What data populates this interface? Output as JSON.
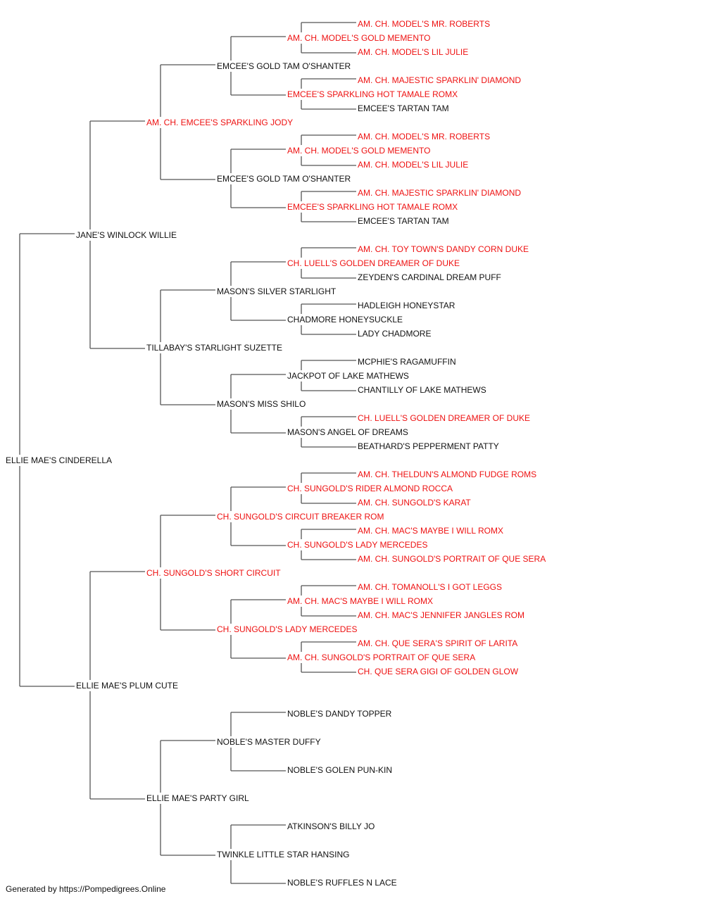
{
  "colors": {
    "champion": "#ee1111",
    "normal": "#111111",
    "connector": "#555555"
  },
  "pedigree": {
    "name": "ELLIE MAE'S CINDERELLA",
    "champion": false,
    "sire": {
      "name": "JANE'S WINLOCK WILLIE",
      "champion": false,
      "sire": {
        "name": "AM. CH. EMCEE'S SPARKLING JODY",
        "champion": true,
        "sire": {
          "name": "EMCEE'S GOLD TAM O'SHANTER",
          "champion": false,
          "sire": {
            "name": "AM. CH. MODEL'S GOLD MEMENTO",
            "champion": true,
            "sire": {
              "name": "AM. CH. MODEL'S MR. ROBERTS",
              "champion": true
            },
            "dam": {
              "name": "AM. CH. MODEL'S LIL JULIE",
              "champion": true
            }
          },
          "dam": {
            "name": "EMCEE'S SPARKLING HOT TAMALE ROMX",
            "champion": true,
            "sire": {
              "name": "AM. CH. MAJESTIC SPARKLIN' DIAMOND",
              "champion": true
            },
            "dam": {
              "name": "EMCEE'S TARTAN TAM",
              "champion": false
            }
          }
        },
        "dam": {
          "name": "EMCEE'S GOLD TAM O'SHANTER",
          "champion": false,
          "sire": {
            "name": "AM. CH. MODEL'S GOLD MEMENTO",
            "champion": true,
            "sire": {
              "name": "AM. CH. MODEL'S MR. ROBERTS",
              "champion": true
            },
            "dam": {
              "name": "AM. CH. MODEL'S LIL JULIE",
              "champion": true
            }
          },
          "dam": {
            "name": "EMCEE'S SPARKLING HOT TAMALE ROMX",
            "champion": true,
            "sire": {
              "name": "AM. CH. MAJESTIC SPARKLIN' DIAMOND",
              "champion": true
            },
            "dam": {
              "name": "EMCEE'S TARTAN TAM",
              "champion": false
            }
          }
        }
      },
      "dam": {
        "name": "TILLABAY'S STARLIGHT SUZETTE",
        "champion": false,
        "sire": {
          "name": "MASON'S SILVER STARLIGHT",
          "champion": false,
          "sire": {
            "name": "CH. LUELL'S GOLDEN DREAMER OF DUKE",
            "champion": true,
            "sire": {
              "name": "AM. CH. TOY TOWN'S DANDY CORN DUKE",
              "champion": true
            },
            "dam": {
              "name": "ZEYDEN'S CARDINAL DREAM PUFF",
              "champion": false
            }
          },
          "dam": {
            "name": "CHADMORE HONEYSUCKLE",
            "champion": false,
            "sire": {
              "name": "HADLEIGH HONEYSTAR",
              "champion": false
            },
            "dam": {
              "name": "LADY CHADMORE",
              "champion": false
            }
          }
        },
        "dam": {
          "name": "MASON'S MISS SHILO",
          "champion": false,
          "sire": {
            "name": "JACKPOT OF LAKE MATHEWS",
            "champion": false,
            "sire": {
              "name": "MCPHIE'S RAGAMUFFIN",
              "champion": false
            },
            "dam": {
              "name": "CHANTILLY OF LAKE MATHEWS",
              "champion": false
            }
          },
          "dam": {
            "name": "MASON'S ANGEL OF DREAMS",
            "champion": false,
            "sire": {
              "name": "CH. LUELL'S GOLDEN DREAMER OF DUKE",
              "champion": true
            },
            "dam": {
              "name": "BEATHARD'S PEPPERMENT PATTY",
              "champion": false
            }
          }
        }
      }
    },
    "dam": {
      "name": "ELLIE MAE'S PLUM CUTE",
      "champion": false,
      "sire": {
        "name": "CH. SUNGOLD'S SHORT CIRCUIT",
        "champion": true,
        "sire": {
          "name": "CH. SUNGOLD'S CIRCUIT BREAKER ROM",
          "champion": true,
          "sire": {
            "name": "CH. SUNGOLD'S RIDER ALMOND ROCCA",
            "champion": true,
            "sire": {
              "name": "AM. CH. THELDUN'S ALMOND FUDGE ROMS",
              "champion": true
            },
            "dam": {
              "name": "AM. CH. SUNGOLD'S KARAT",
              "champion": true
            }
          },
          "dam": {
            "name": "CH. SUNGOLD'S LADY MERCEDES",
            "champion": true,
            "sire": {
              "name": "AM. CH. MAC'S MAYBE I WILL ROMX",
              "champion": true
            },
            "dam": {
              "name": "AM. CH. SUNGOLD'S PORTRAIT OF QUE SERA",
              "champion": true
            }
          }
        },
        "dam": {
          "name": "CH. SUNGOLD'S LADY MERCEDES",
          "champion": true,
          "sire": {
            "name": "AM. CH. MAC'S MAYBE I WILL ROMX",
            "champion": true,
            "sire": {
              "name": "AM. CH. TOMANOLL'S I GOT LEGGS",
              "champion": true
            },
            "dam": {
              "name": "AM. CH. MAC'S JENNIFER JANGLES ROM",
              "champion": true
            }
          },
          "dam": {
            "name": "AM. CH. SUNGOLD'S PORTRAIT OF QUE SERA",
            "champion": true,
            "sire": {
              "name": "AM. CH. QUE SERA'S SPIRIT OF LARITA",
              "champion": true
            },
            "dam": {
              "name": "CH. QUE SERA GIGI OF GOLDEN GLOW",
              "champion": true
            }
          }
        }
      },
      "dam": {
        "name": "ELLIE MAE'S PARTY GIRL",
        "champion": false,
        "sire": {
          "name": "NOBLE'S MASTER DUFFY",
          "champion": false,
          "sire": {
            "name": "NOBLE'S DANDY TOPPER",
            "champion": false
          },
          "dam": {
            "name": "NOBLE'S GOLEN PUN-KIN",
            "champion": false
          }
        },
        "dam": {
          "name": "TWINKLE LITTLE STAR HANSING",
          "champion": false,
          "sire": {
            "name": "ATKINSON'S BILLY JO",
            "champion": false
          },
          "dam": {
            "name": "NOBLE'S RUFFLES N LACE",
            "champion": false
          }
        }
      }
    }
  },
  "footer": {
    "text": "Generated by https://Pompedigrees.Online"
  }
}
